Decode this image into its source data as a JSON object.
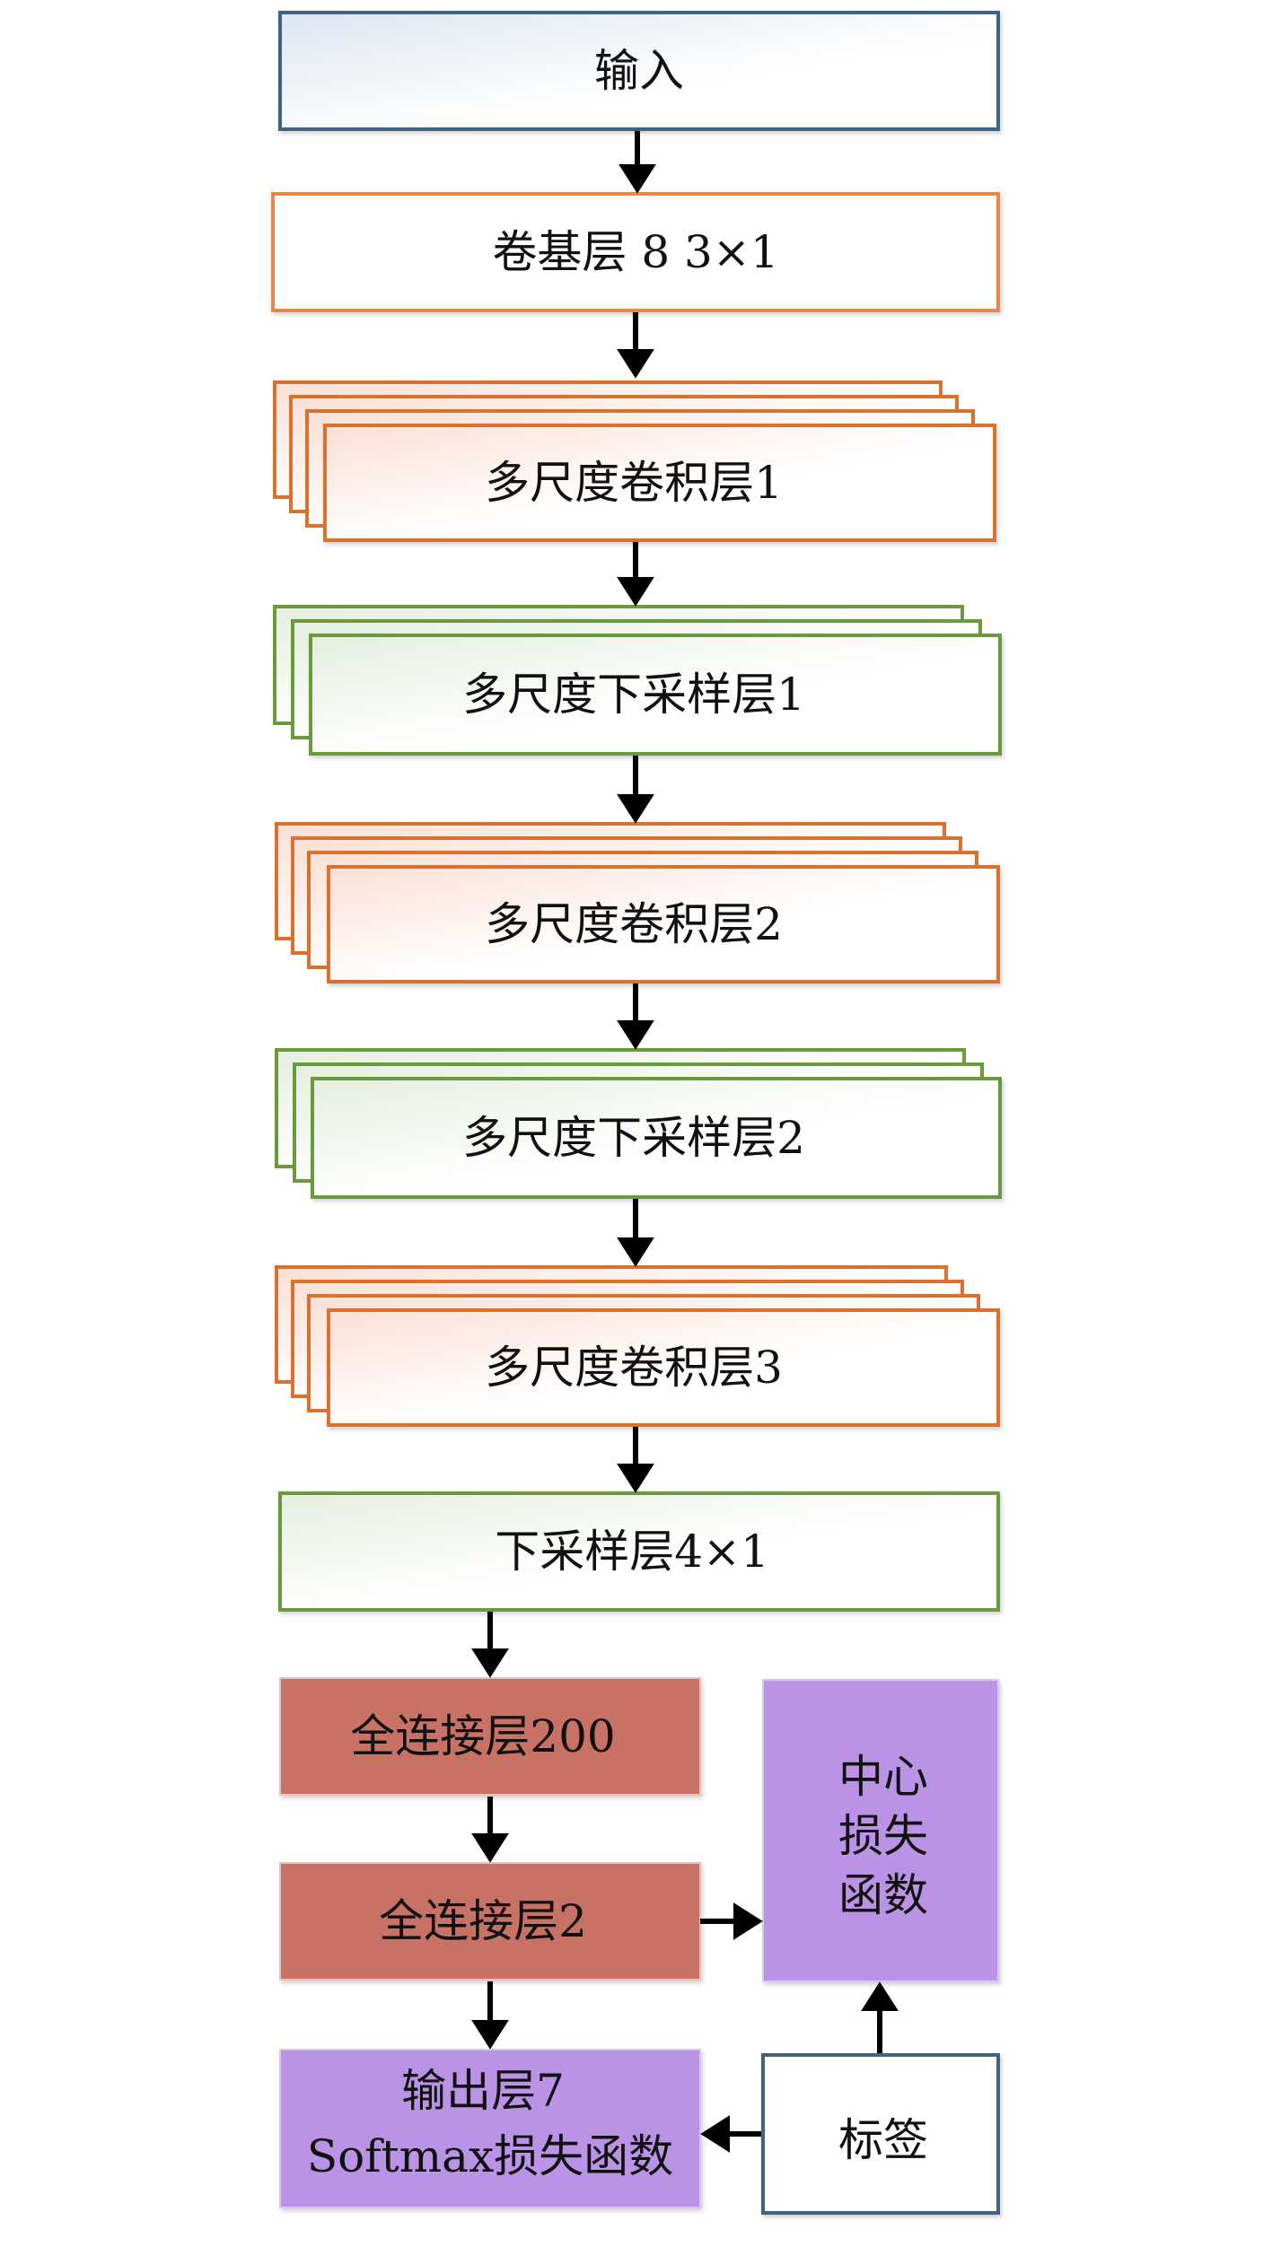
{
  "colors": {
    "input_border": "#3f6482",
    "conv_border": "#d9722f",
    "pool_border": "#6a9a3c",
    "fc_fill": "#c87266",
    "purple_fill": "#bb93e6",
    "arrow": "#000000"
  },
  "nodes": {
    "input": "输入",
    "conv_base": "卷基层 8 3×1",
    "ms_conv1": "多尺度卷积层1",
    "ms_pool1": "多尺度下采样层1",
    "ms_conv2": "多尺度卷积层2",
    "ms_pool2": "多尺度下采样层2",
    "ms_conv3": "多尺度卷积层3",
    "pool4": "下采样层4×1",
    "fc200": "全连接层200",
    "fc2": "全连接层2",
    "output_line1": "输出层7",
    "output_line2": "Softmax损失函数",
    "center_loss_line1": "中心",
    "center_loss_line2": "损失",
    "center_loss_line3": "函数",
    "label": "标签"
  }
}
